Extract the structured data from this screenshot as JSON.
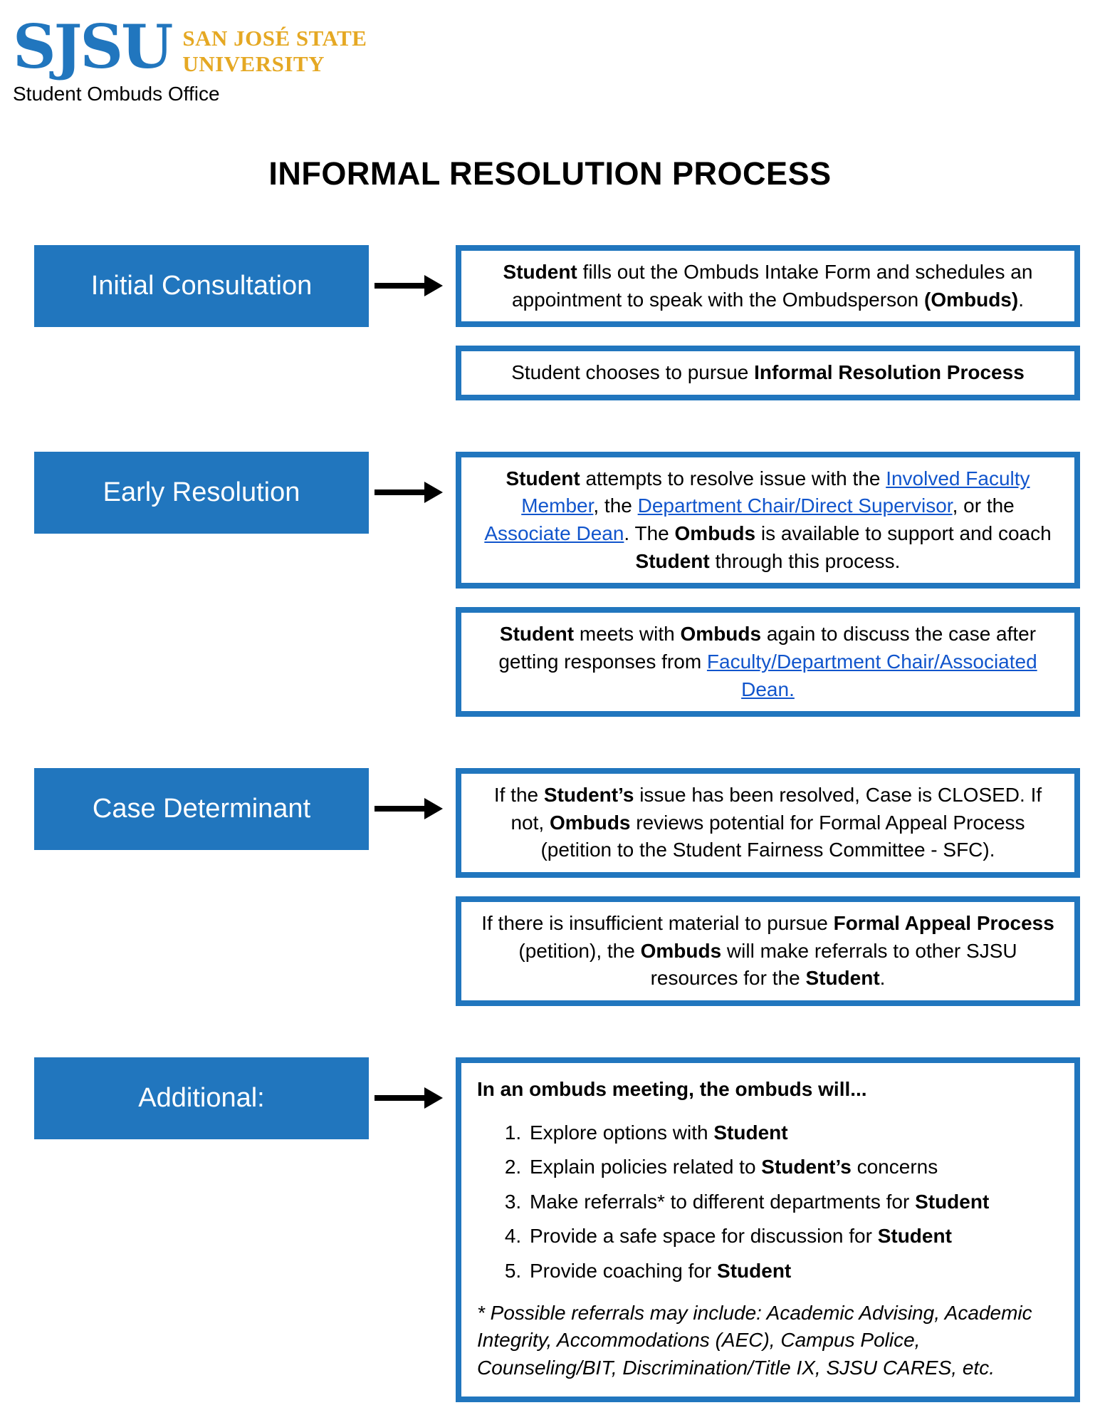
{
  "colors": {
    "brand_blue": "#2176BE",
    "brand_gold": "#E5A823",
    "link_blue": "#1155CC",
    "arrow_black": "#000000"
  },
  "header": {
    "logo_acronym": "SJSU",
    "logo_line1": "SAN JOSÉ STATE",
    "logo_line2": "UNIVERSITY",
    "office": "Student Ombuds Office"
  },
  "title": "INFORMAL RESOLUTION PROCESS",
  "sections": [
    {
      "label": "Initial Consultation",
      "boxes": [
        {
          "runs": [
            {
              "t": "Student",
              "b": true
            },
            {
              "t": " fills out the Ombuds Intake Form and schedules an appointment to speak with the Ombudsperson "
            },
            {
              "t": "(Ombuds)",
              "b": true
            },
            {
              "t": "."
            }
          ]
        },
        {
          "runs": [
            {
              "t": "Student chooses to pursue "
            },
            {
              "t": "Informal Resolution Process",
              "b": true
            }
          ]
        }
      ]
    },
    {
      "label": "Early Resolution",
      "boxes": [
        {
          "runs": [
            {
              "t": "Student",
              "b": true
            },
            {
              "t": " attempts to resolve issue with the "
            },
            {
              "t": "Involved Faculty Member",
              "link": true
            },
            {
              "t": ", the "
            },
            {
              "t": "Department Chair/Direct Supervisor",
              "link": true
            },
            {
              "t": ", or the "
            },
            {
              "t": "Associate Dean",
              "link": true
            },
            {
              "t": ". The "
            },
            {
              "t": "Ombuds",
              "b": true
            },
            {
              "t": " is available to support and coach "
            },
            {
              "t": "Student",
              "b": true
            },
            {
              "t": " through this process."
            }
          ]
        },
        {
          "runs": [
            {
              "t": "Student",
              "b": true
            },
            {
              "t": " meets with "
            },
            {
              "t": "Ombuds",
              "b": true
            },
            {
              "t": " again to discuss the case after getting responses from "
            },
            {
              "t": "Faculty/Department Chair/Associated Dean.",
              "link": true
            }
          ]
        }
      ]
    },
    {
      "label": "Case Determinant",
      "boxes": [
        {
          "runs": [
            {
              "t": "If the "
            },
            {
              "t": "Student’s",
              "b": true
            },
            {
              "t": " issue has been resolved, Case is CLOSED. If not, "
            },
            {
              "t": "Ombuds",
              "b": true
            },
            {
              "t": " reviews potential for Formal Appeal Process (petition to the Student Fairness Committee - SFC)."
            }
          ]
        },
        {
          "runs": [
            {
              "t": "If there is insufficient material to pursue "
            },
            {
              "t": "Formal Appeal Process",
              "b": true
            },
            {
              "t": " (petition), the "
            },
            {
              "t": "Ombuds",
              "b": true
            },
            {
              "t": " will make referrals to other SJSU resources for the "
            },
            {
              "t": "Student",
              "b": true
            },
            {
              "t": "."
            }
          ]
        }
      ]
    },
    {
      "label": "Additional:",
      "boxes": [
        {
          "heading_runs": [
            {
              "t": "In an ombuds meeting, the ombuds will...",
              "b": true
            }
          ],
          "items": [
            [
              {
                "t": "Explore options with "
              },
              {
                "t": "Student",
                "b": true
              }
            ],
            [
              {
                "t": "Explain policies related to "
              },
              {
                "t": "Student’s",
                "b": true
              },
              {
                "t": " concerns"
              }
            ],
            [
              {
                "t": "Make referrals* to different departments for "
              },
              {
                "t": "Student",
                "b": true
              }
            ],
            [
              {
                "t": "Provide a safe space for discussion for "
              },
              {
                "t": "Student",
                "b": true
              }
            ],
            [
              {
                "t": "Provide coaching for "
              },
              {
                "t": "Student",
                "b": true
              }
            ]
          ],
          "footnote_runs": [
            {
              "t": "* Possible referrals may include: Academic Advising, Academic Integrity, Accommodations (AEC), Campus Police, Counseling/BIT, Discrimination/Title IX, SJSU CARES, etc.",
              "i": true
            }
          ]
        }
      ]
    }
  ]
}
